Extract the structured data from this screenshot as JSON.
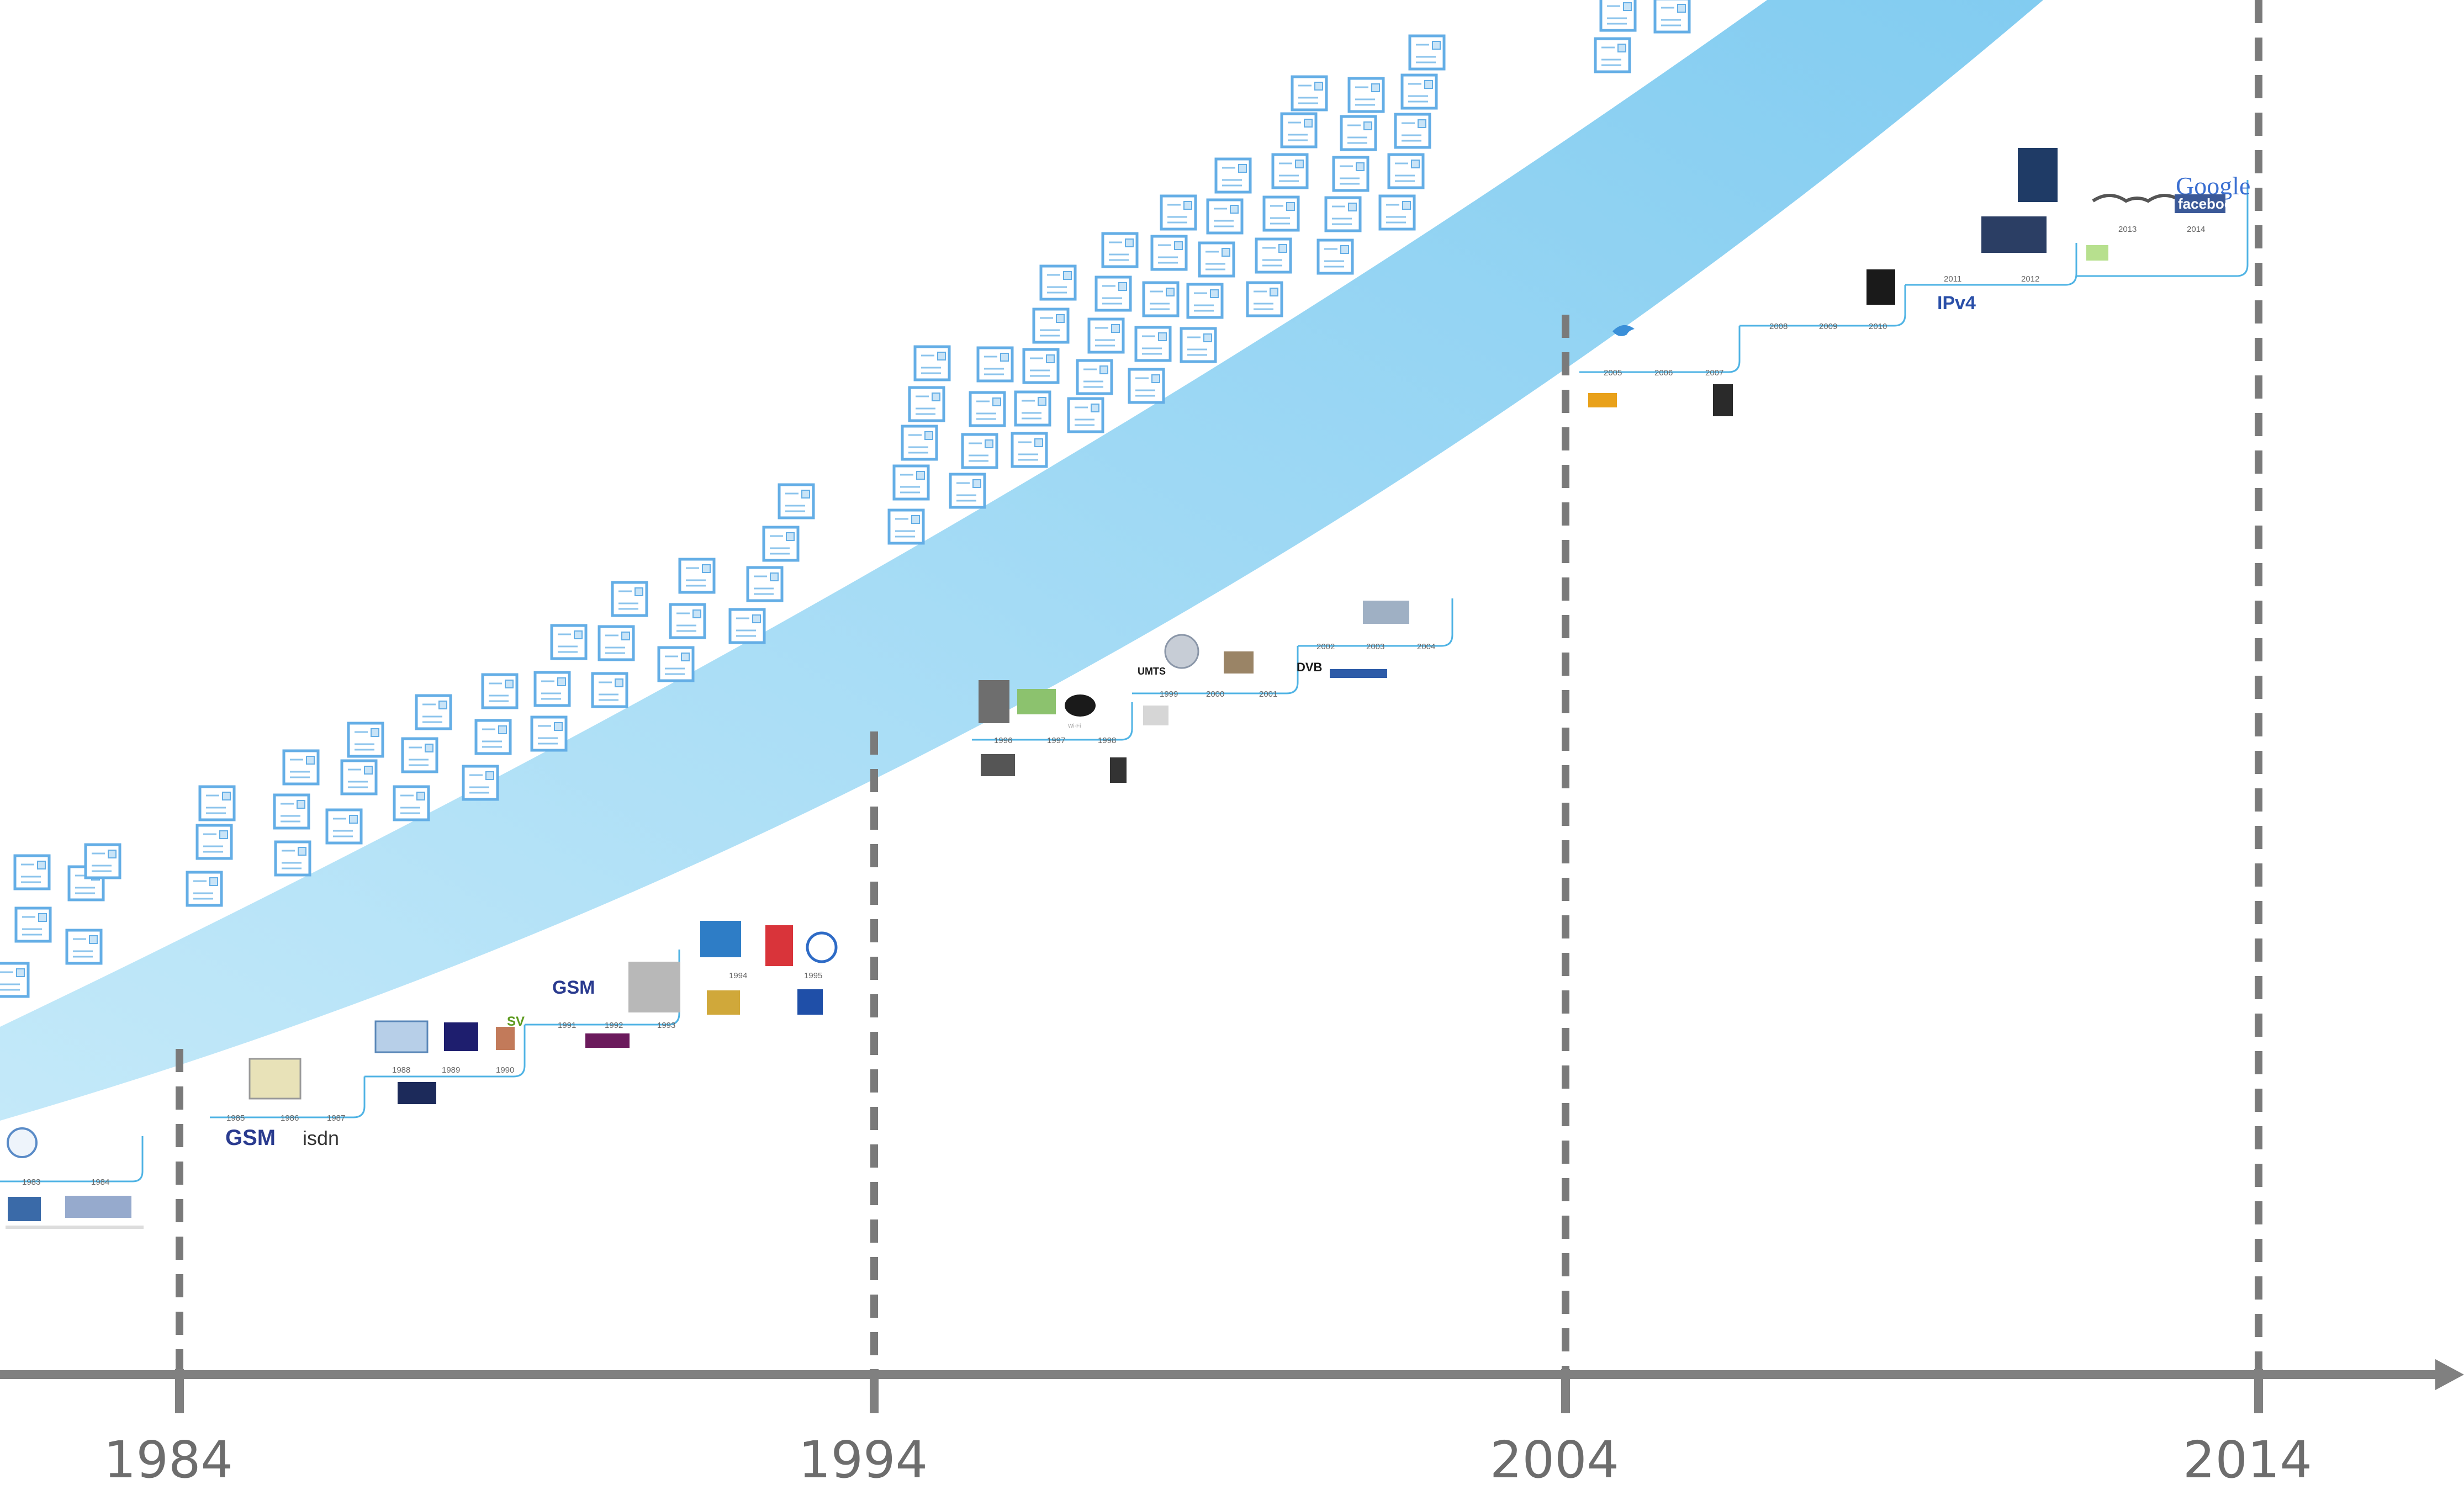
{
  "axis": {
    "years": [
      "1984",
      "1994",
      "2004",
      "2014"
    ],
    "arrow": "right-arrow",
    "divider_style": "dashed",
    "colors": {
      "axis": "#808080",
      "band": "#8fd0f2",
      "cards": "#64aee6"
    }
  },
  "timeline_1": {
    "years": [
      "1983",
      "1984"
    ]
  },
  "timeline_2": {
    "years": [
      "1985",
      "1986",
      "1987"
    ],
    "logos": {
      "gsm": "GSM",
      "isdn": "isdn"
    }
  },
  "timeline_3": {
    "years": [
      "1988",
      "1989",
      "1990"
    ],
    "logos": {
      "sv": "SV"
    }
  },
  "timeline_4": {
    "years": [
      "1991",
      "1992",
      "1993"
    ],
    "logos": {
      "gsm": "GSM"
    }
  },
  "timeline_5": {
    "years": [
      "1994",
      "1995"
    ]
  },
  "timeline_6": {
    "years": [
      "1996",
      "1997",
      "1998"
    ],
    "logos": {
      "wifi": "Wi-Fi"
    }
  },
  "timeline_7": {
    "years": [
      "1999",
      "2000",
      "2001"
    ],
    "logos": {
      "umts": "UMTS",
      "dvb": "DVB"
    }
  },
  "timeline_8": {
    "years": [
      "2002",
      "2003",
      "2004"
    ]
  },
  "timeline_9": {
    "years": [
      "2005",
      "2006",
      "2007"
    ]
  },
  "timeline_10": {
    "years": [
      "2008",
      "2009",
      "2010"
    ]
  },
  "timeline_11": {
    "years": [
      "2011",
      "2012"
    ],
    "logos": {
      "ipv4": "IPv4"
    }
  },
  "timeline_12": {
    "years": [
      "2013",
      "2014"
    ],
    "logos": {
      "google": "Google",
      "facebook": "facebook"
    }
  }
}
